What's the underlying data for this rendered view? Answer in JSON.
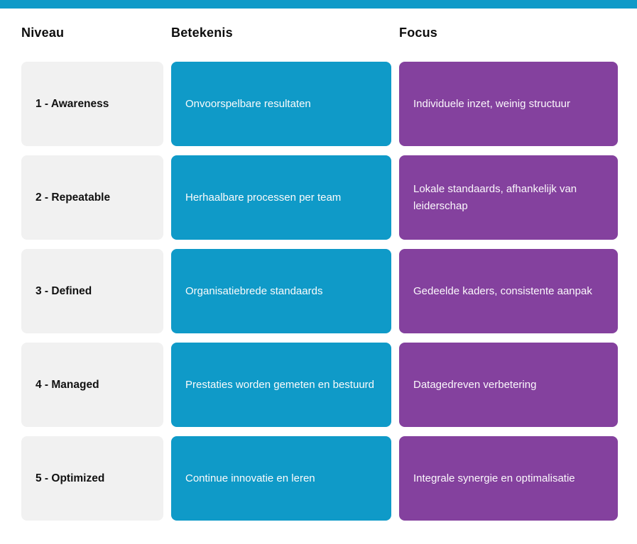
{
  "theme": {
    "top_bar_color": "#0f9ac8",
    "level_card_color": "#f1f1f1",
    "meaning_card_color": "#0f9ac8",
    "focus_card_color": "#84419e"
  },
  "table": {
    "headers": {
      "level": "Niveau",
      "meaning": "Betekenis",
      "focus": "Focus"
    },
    "rows": [
      {
        "level": "1 - Awareness",
        "meaning": "Onvoorspelbare resultaten",
        "focus": "Individuele inzet, weinig structuur"
      },
      {
        "level": "2 - Repeatable",
        "meaning": "Herhaalbare processen per team",
        "focus": "Lokale standaards, afhankelijk van leiderschap"
      },
      {
        "level": "3 - Defined",
        "meaning": "Organisatiebrede standaards",
        "focus": "Gedeelde kaders, consistente aanpak"
      },
      {
        "level": "4 - Managed",
        "meaning": "Prestaties worden gemeten en bestuurd",
        "focus": "Datagedreven verbetering"
      },
      {
        "level": "5 - Optimized",
        "meaning": "Continue innovatie en leren",
        "focus": "Integrale synergie en optimalisatie"
      }
    ]
  }
}
